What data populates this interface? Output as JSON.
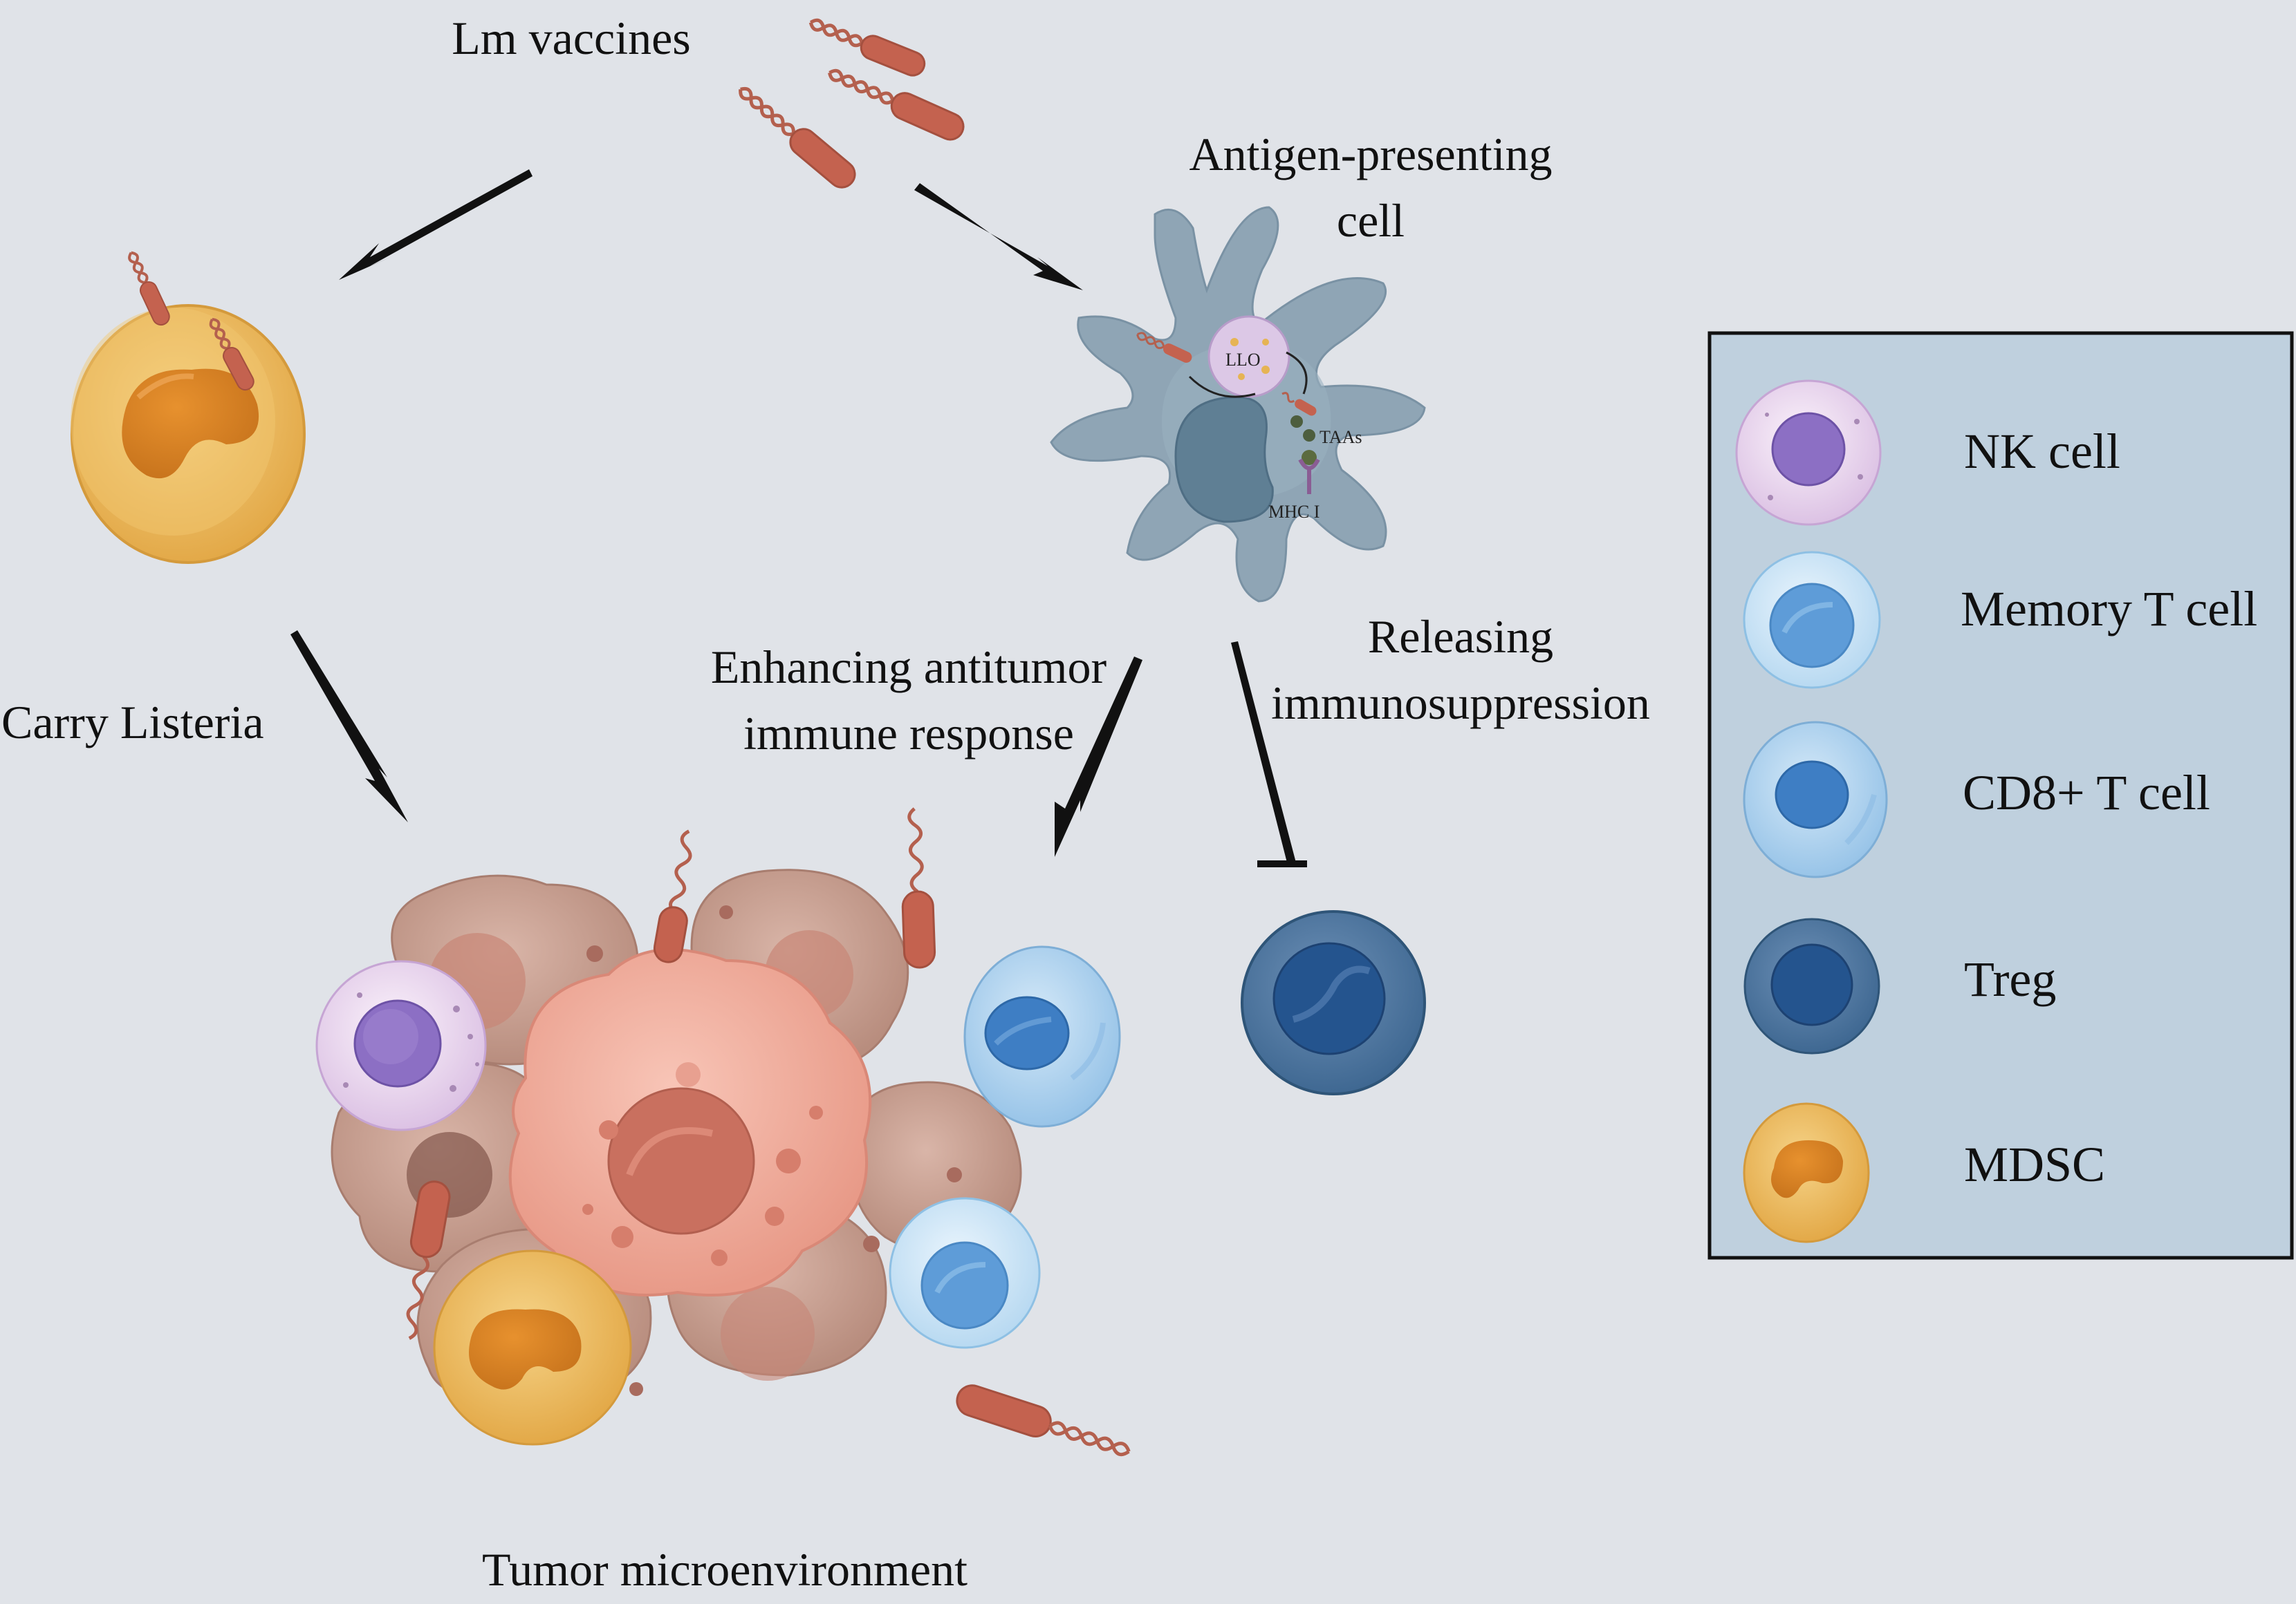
{
  "labels": {
    "lm_vaccines": "Lm vaccines",
    "apc_line1": "Antigen-presenting",
    "apc_line2": "cell",
    "carry_listeria": "Carry Listeria",
    "enhancing_line1": "Enhancing antitumor",
    "enhancing_line2": "immune response",
    "releasing_line1": "Releasing",
    "releasing_line2": "immunosuppression",
    "tumor_microenvironment": "Tumor microenvironment",
    "llo": "LLO",
    "taas": "TAAs",
    "mhc1": "MHC I"
  },
  "legend": {
    "items": [
      {
        "label": "NK cell",
        "icon": "nk-cell-icon"
      },
      {
        "label": "Memory T cell",
        "icon": "memory-t-cell-icon"
      },
      {
        "label": "CD8+ T cell",
        "icon": "cd8-t-cell-icon"
      },
      {
        "label": "Treg",
        "icon": "treg-icon"
      },
      {
        "label": "MDSC",
        "icon": "mdsc-icon"
      }
    ]
  },
  "colors": {
    "background": "#e0e3e8",
    "legend_bg": "#bfd0de",
    "bacteria": "#c4624f",
    "apc": "#8ea4b4",
    "mdsc": "#e8b65a",
    "treg": "#2e5f94",
    "tumor": "#c29a8d"
  }
}
